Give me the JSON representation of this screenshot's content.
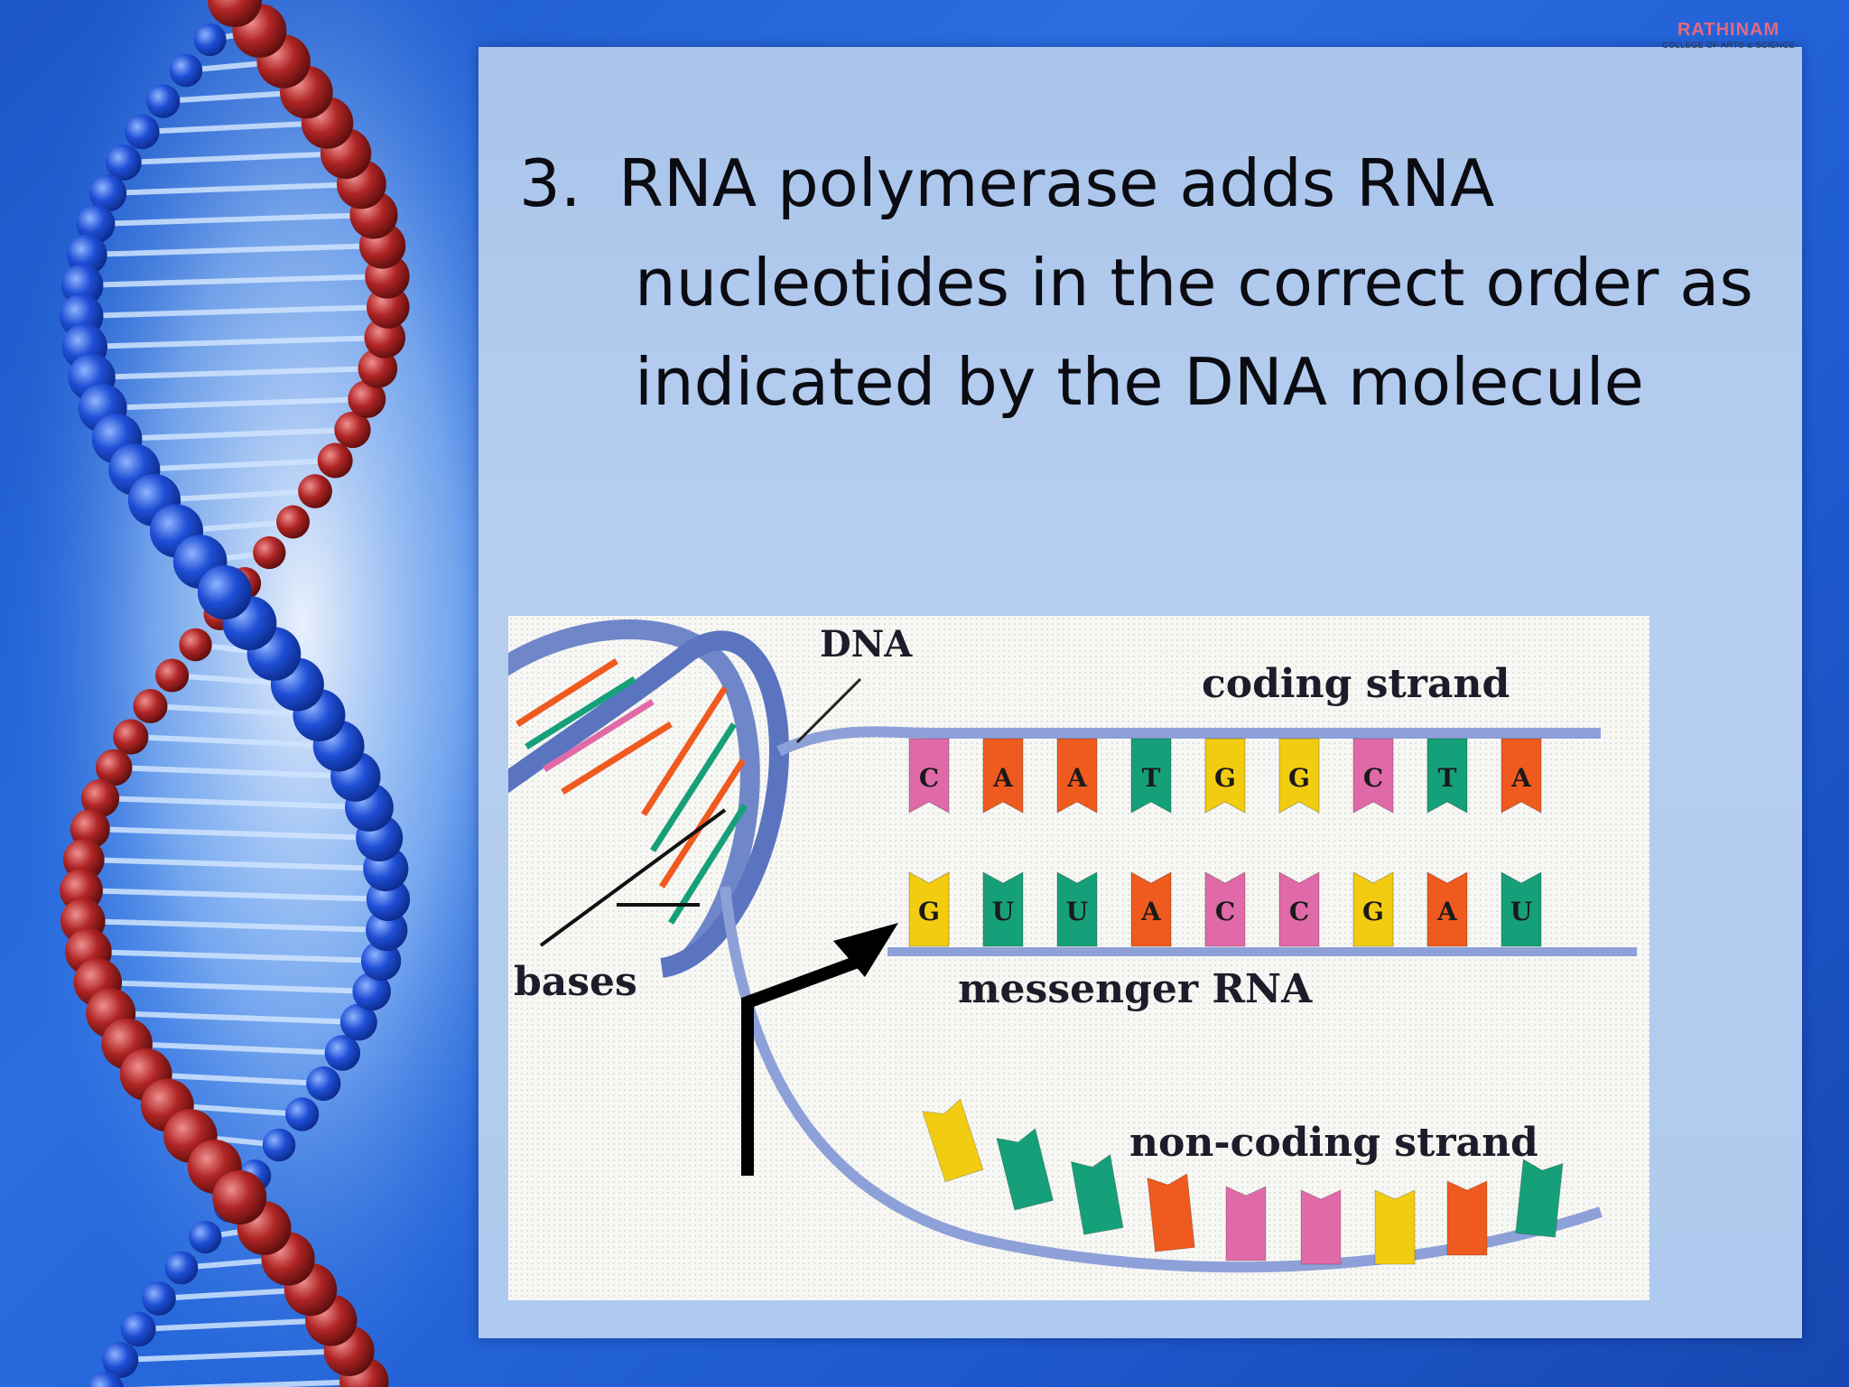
{
  "slide": {
    "logo": {
      "name": "RATHINAM",
      "subtitle": "COLLEGE OF ARTS & SCIENCE"
    },
    "bullet_number": "3.",
    "bullet_lines": [
      "RNA polymerase adds RNA",
      "nucleotides in the correct order as",
      "indicated by the DNA molecule"
    ]
  },
  "diagram": {
    "labels": {
      "dna": "DNA",
      "coding_strand": "coding strand",
      "bases": "bases",
      "messenger_rna": "messenger RNA",
      "non_coding_strand": "non-coding strand"
    },
    "coding_bases": [
      "C",
      "A",
      "A",
      "T",
      "G",
      "G",
      "C",
      "T",
      "A"
    ],
    "mrna_bases": [
      "G",
      "U",
      "U",
      "A",
      "C",
      "C",
      "G",
      "A",
      "U"
    ],
    "base_colors": {
      "A": "#ef5a1f",
      "C": "#e06aa8",
      "G": "#f2cc10",
      "T": "#16a07a",
      "U": "#16a07a"
    }
  }
}
